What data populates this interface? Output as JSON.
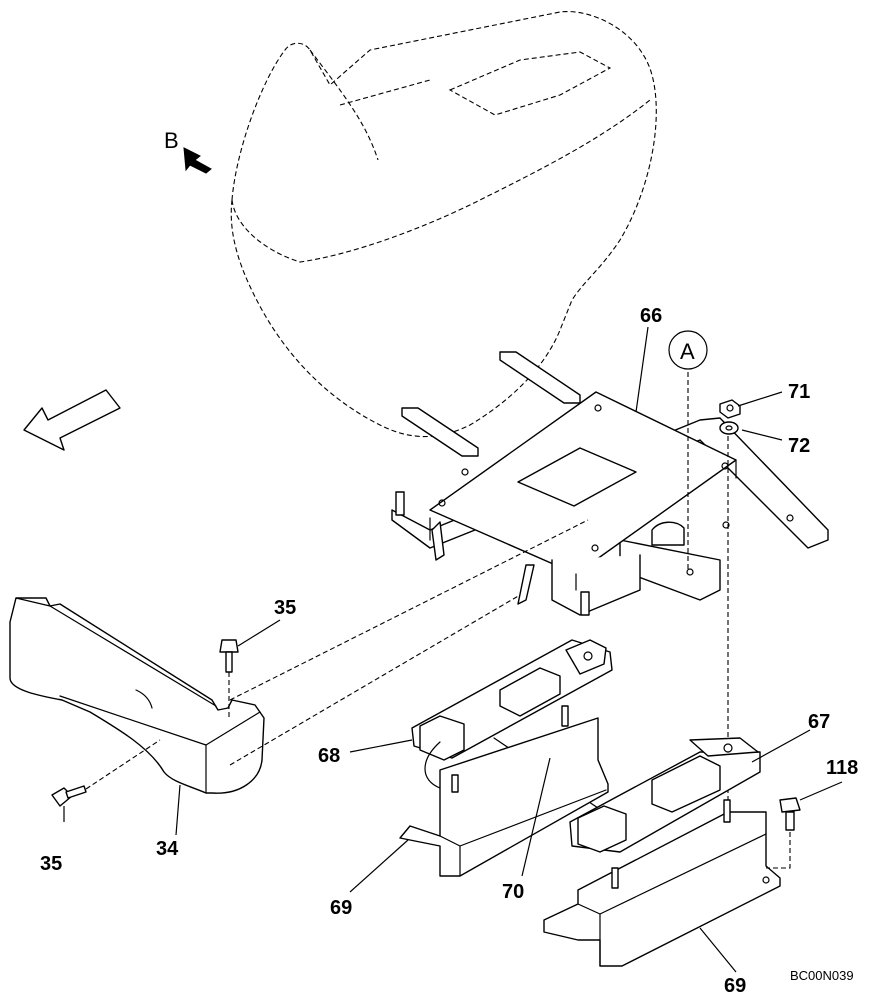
{
  "labels": {
    "l66": "66",
    "l71": "71",
    "l72": "72",
    "l35_top": "35",
    "l35_bottom": "35",
    "l34": "34",
    "l68": "68",
    "l70": "70",
    "l69_left": "69",
    "l69_right": "69",
    "l67": "67",
    "l118": "118"
  },
  "view_markers": {
    "view_b": "B",
    "detail_a": "A"
  },
  "drawing_code": "BC00N039"
}
